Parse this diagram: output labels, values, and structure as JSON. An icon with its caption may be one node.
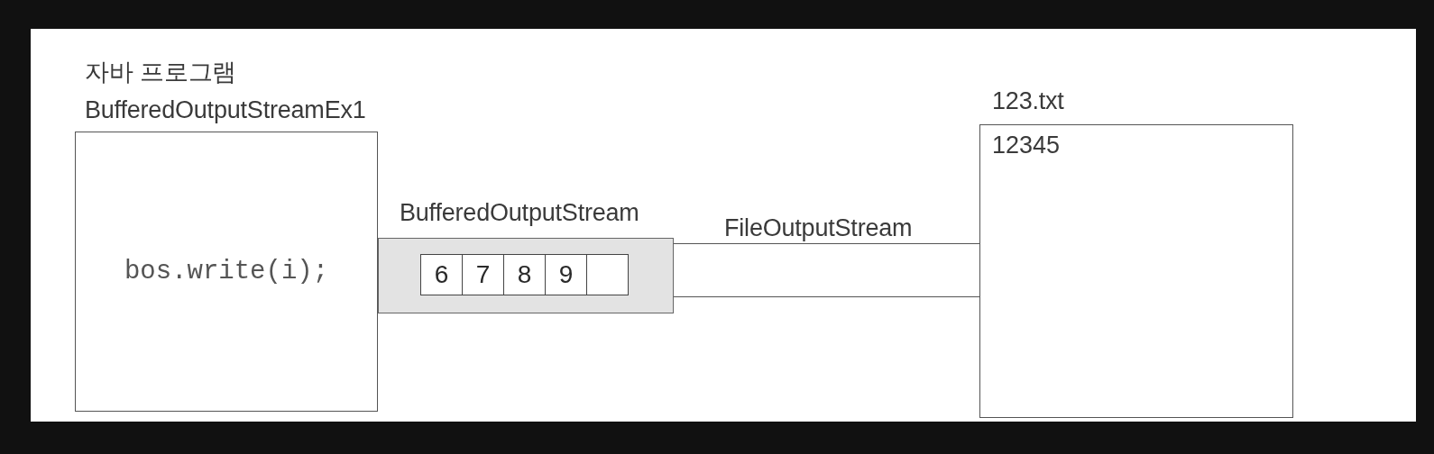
{
  "diagram": {
    "nodes": [
      {
        "text": [
          "자바 프로그램",
          "BufferedOutputStreamEx1",
          "bos.write(i);"
        ]
      },
      {
        "text": [
          "BufferedOutputStream"
        ]
      },
      {
        "text": [
          "6"
        ],
        "in": 1
      },
      {
        "text": [
          "7"
        ],
        "in": 1
      },
      {
        "text": [
          "8"
        ],
        "in": 1
      },
      {
        "text": [
          "9"
        ],
        "in": 1
      },
      {
        "text": [],
        "shape": "box",
        "in": 1
      },
      {
        "text": [
          "FileOutputStream"
        ]
      },
      {
        "text": [
          "123.txt",
          "12345"
        ]
      }
    ]
  }
}
